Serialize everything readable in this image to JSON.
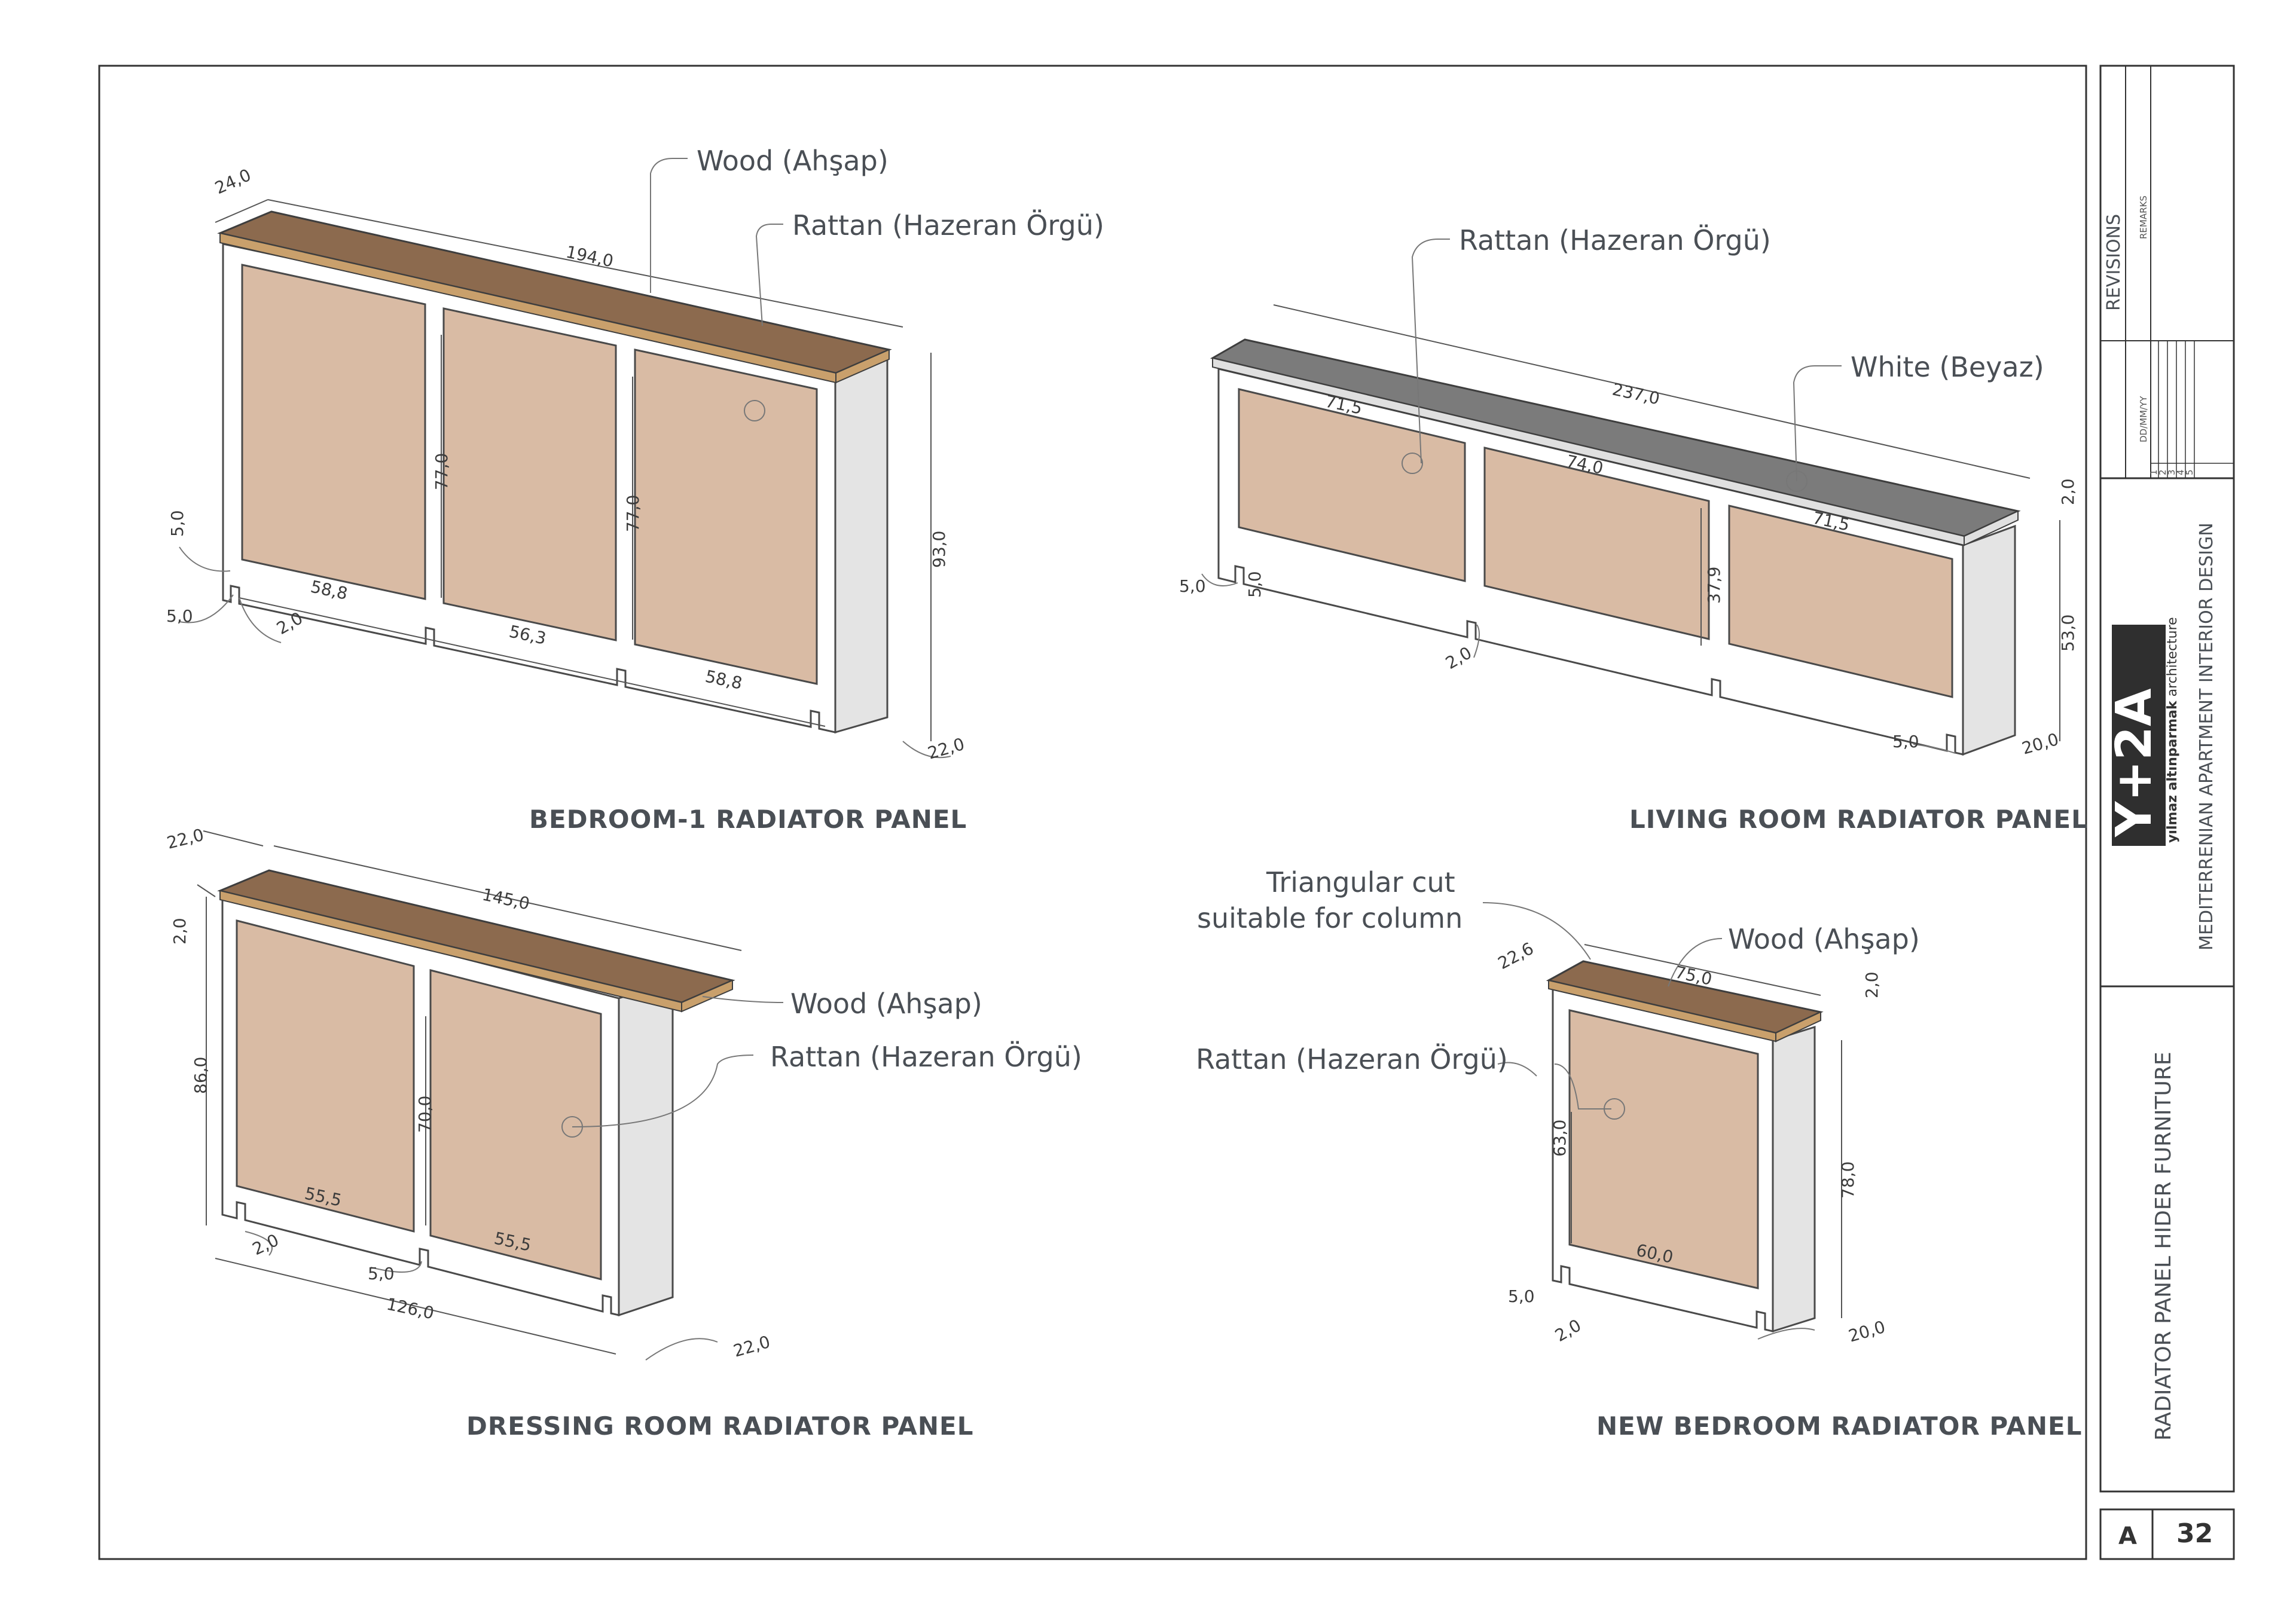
{
  "drawings": {
    "bedroom1": {
      "title": "BEDROOM-1 RADIATOR PANEL",
      "callouts": [
        "Wood (Ahşap)",
        "Rattan (Hazeran Örgü)"
      ],
      "dims": {
        "depth": "24,0",
        "length": "194,0",
        "height": "93,0",
        "panel_h1": "77,0",
        "panel_h2": "77,0",
        "w1": "58,8",
        "w2": "56,3",
        "w3": "58,8",
        "frame": "5,0",
        "frame2": "5,0",
        "leg": "2,0",
        "side": "22,0"
      }
    },
    "living": {
      "title": "LIVING ROOM RADIATOR PANEL",
      "callouts": [
        "Rattan (Hazeran Örgü)",
        "White (Beyaz)"
      ],
      "dims": {
        "length": "237,0",
        "w1": "71,5",
        "w2": "74,0",
        "w3": "71,5",
        "panel_h": "37,9",
        "height": "53,0",
        "top": "2,0",
        "frame": "5,0",
        "frame2": "5,0",
        "leg": "2,0",
        "frame3": "5,0",
        "side": "20,0"
      }
    },
    "dressing": {
      "title": "DRESSING ROOM RADIATOR PANEL",
      "callouts": [
        "Wood (Ahşap)",
        "Rattan (Hazeran Örgü)"
      ],
      "dims": {
        "depth": "22,0",
        "length": "145,0",
        "top": "2,0",
        "height": "86,0",
        "panel_h": "70,0",
        "w1": "55,5",
        "w2": "55,5",
        "leg": "2,0",
        "frame": "5,0",
        "base": "126,0",
        "side": "22,0"
      }
    },
    "newbedroom": {
      "title": "NEW BEDROOM RADIATOR PANEL",
      "callouts": [
        "Triangular cut",
        "suitable for column",
        "Wood (Ahşap)",
        "Rattan (Hazeran Örgü)"
      ],
      "dims": {
        "depth": "22,6",
        "length": "75,0",
        "top": "2,0",
        "panel_h": "63,0",
        "height": "78,0",
        "w": "60,0",
        "frame": "5,0",
        "leg": "2,0",
        "side": "20,0"
      }
    }
  },
  "title_block": {
    "revisions": "REVISIONS",
    "remarks": "REMARKS",
    "date_format": "DD/MM/YY",
    "rows": [
      "1",
      "2",
      "3",
      "4",
      "5"
    ],
    "logo": "Y+2A",
    "logo_sub_bold": "yılmaz altınparmak",
    "logo_sub": " architecture",
    "project": "MEDITERRENIAN APARTMENT INTERIOR DESIGN",
    "sheet_title": "RADIATOR PANEL HIDER FURNITURE",
    "sheet_letter": "A",
    "sheet_number": "32"
  }
}
